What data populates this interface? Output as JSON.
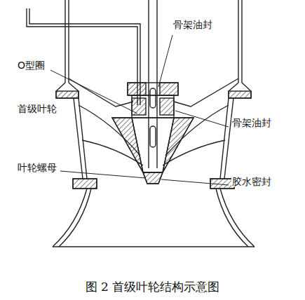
{
  "diagram": {
    "caption": "图 2 首级叶轮结构示意图",
    "labels": [
      "骨架油封",
      "O型圈",
      "首级叶轮",
      "骨架油封",
      "叶轮螺母",
      "胶水密封"
    ]
  }
}
